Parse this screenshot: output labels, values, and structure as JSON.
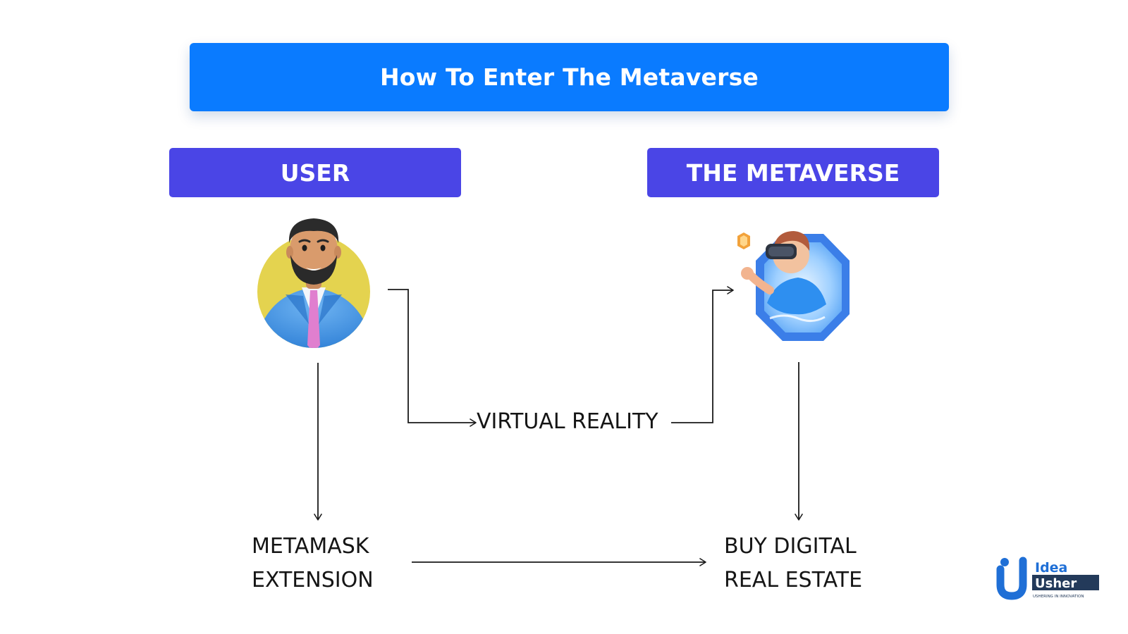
{
  "title": "How To Enter The Metaverse",
  "headers": {
    "user": "USER",
    "metaverse": "THE METAVERSE"
  },
  "nodes": {
    "virtual_reality": "VIRTUAL REALITY",
    "metamask": [
      "METAMASK",
      "EXTENSION"
    ],
    "buy_real_estate": [
      "BUY DIGITAL",
      "REAL ESTATE"
    ]
  },
  "logo": {
    "word1": "Idea",
    "word2": "Usher",
    "tagline": "USHERING IN INNOVATION"
  },
  "colors": {
    "title_bg": "#0a7bff",
    "header_bg": "#4a45e6",
    "text": "#151515",
    "connector": "#1a1a1a"
  },
  "icons": {
    "user": "businessman-avatar-icon",
    "metaverse": "vr-headset-portal-icon"
  }
}
